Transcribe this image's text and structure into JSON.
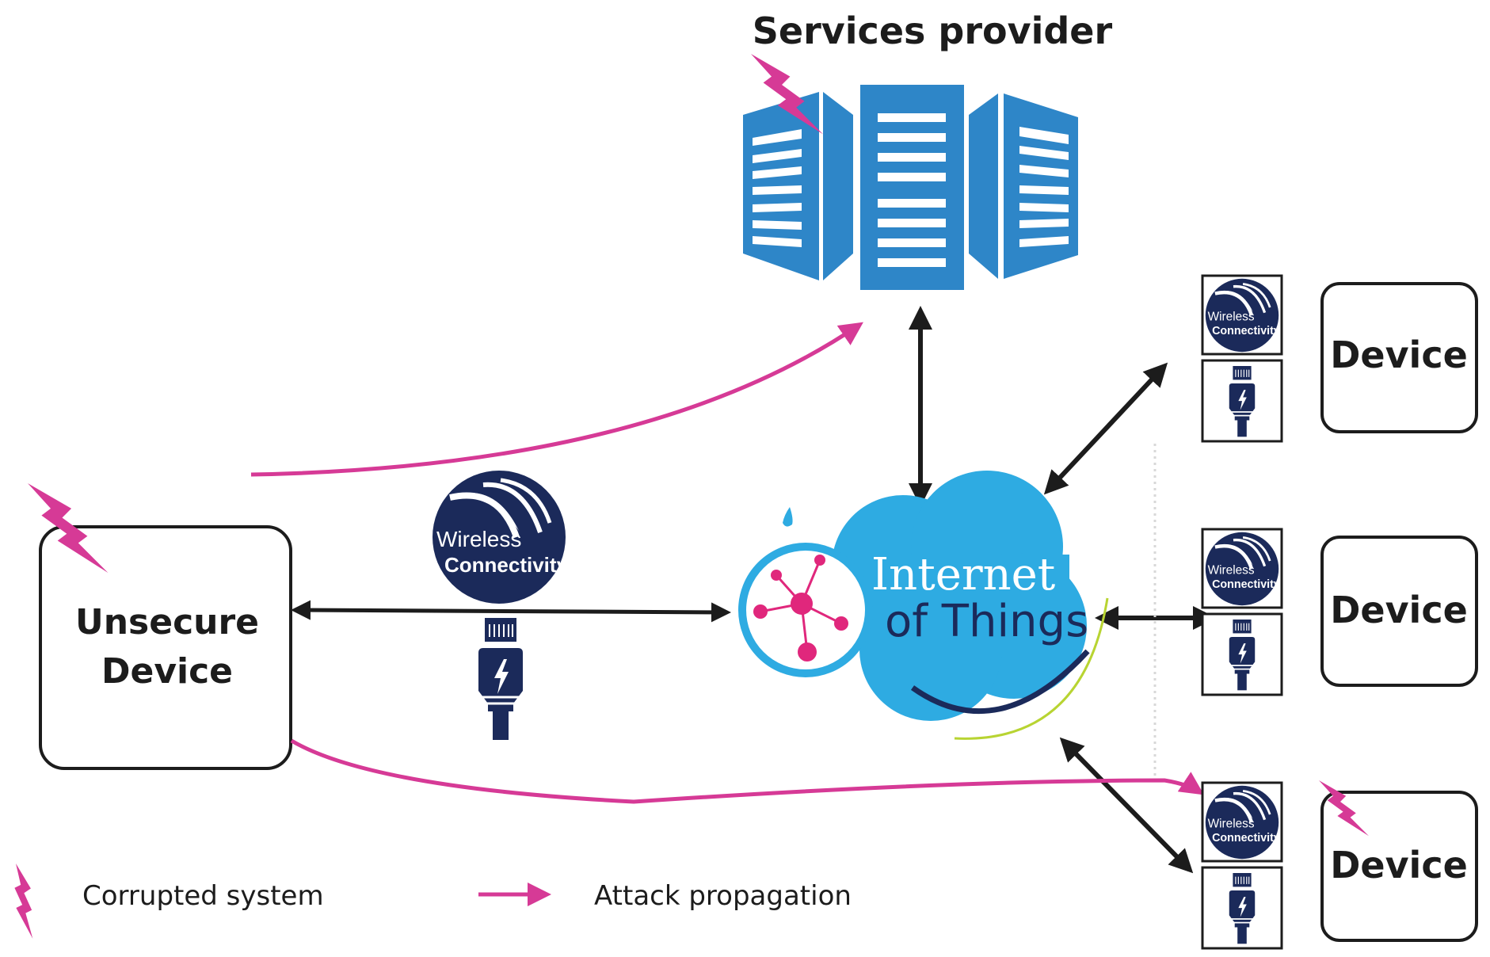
{
  "title": "Services provider",
  "central_hub": {
    "line1": "Internet",
    "line2": "of Things"
  },
  "unsecure_device": {
    "line1": "Unsecure",
    "line2": "Device",
    "corrupted": true
  },
  "devices": [
    {
      "label": "Device",
      "corrupted": false
    },
    {
      "label": "Device",
      "corrupted": false
    },
    {
      "label": "Device",
      "corrupted": true
    }
  ],
  "connectivity_badge": {
    "line1": "Wireless",
    "line2": "Connectivity"
  },
  "legend": {
    "corrupted_label": "Corrupted system",
    "attack_label": "Attack propagation"
  },
  "colors": {
    "attack": "#d63a96",
    "server_blue": "#2e86c8",
    "cloud_blue": "#2eabe2",
    "navy": "#1b2a5a",
    "arrow": "#1c1c1c",
    "lime": "#b8d432"
  },
  "icons": {
    "server": "server-rack-icon",
    "bolt": "lightning-bolt-icon",
    "wireless": "wireless-connectivity-icon",
    "ethernet": "ethernet-plug-icon",
    "network": "network-hub-icon"
  }
}
